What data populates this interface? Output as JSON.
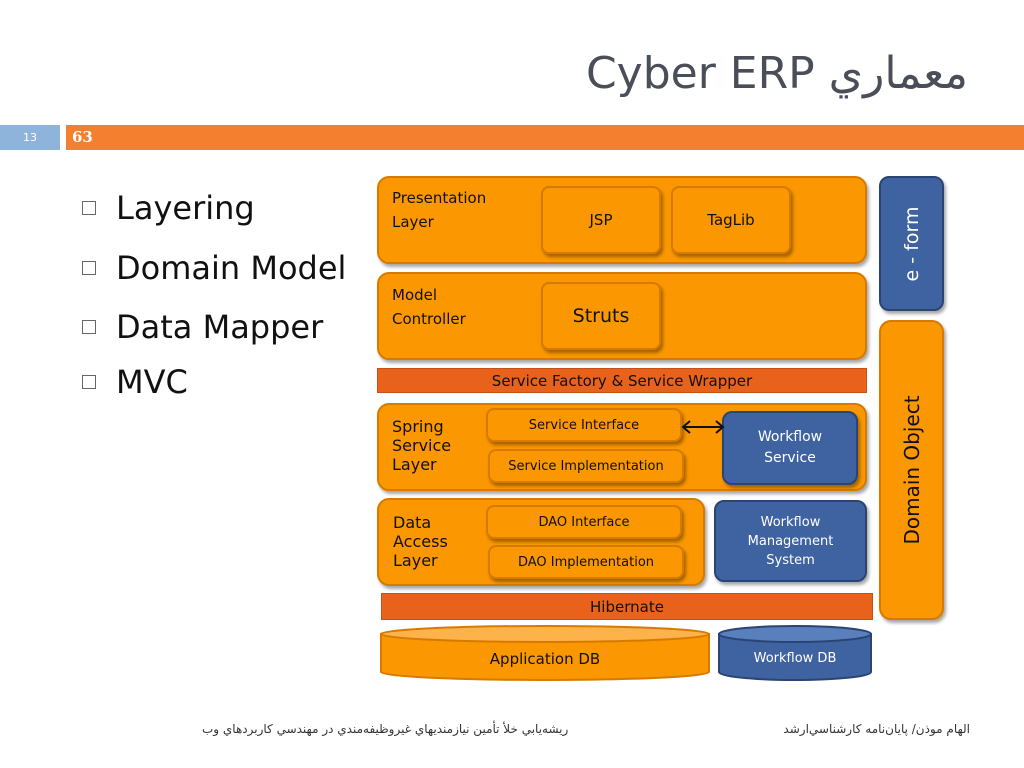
{
  "slide": {
    "title": "Cyber ERP معماري",
    "slide_number": "13",
    "page_number": "63"
  },
  "bullets": [
    "Layering",
    "Domain Model",
    "Data Mapper",
    "MVC"
  ],
  "diagram": {
    "presentation_layer": {
      "label": "Presentation\nLayer",
      "components": [
        "JSP",
        "TagLib"
      ]
    },
    "model_controller": {
      "label": "Model\nController",
      "component": "Struts"
    },
    "service_factory": "Service Factory & Service Wrapper",
    "spring_layer": {
      "label": "Spring\nService\nLayer",
      "components": [
        "Service Interface",
        "Service Implementation"
      ]
    },
    "workflow_service": "Workflow\nService",
    "data_access_layer": {
      "label": "Data\nAccess\nLayer",
      "components": [
        "DAO Interface",
        "DAO Implementation"
      ]
    },
    "workflow_management": "Workflow\nManagement\nSystem",
    "hibernate": "Hibernate",
    "application_db": "Application DB",
    "workflow_db": "Workflow DB",
    "eform": "e - form",
    "domain_object": "Domain Object"
  },
  "colors": {
    "orange": "#fb9700",
    "dark_orange": "#e8621c",
    "blue": "#3f63a0",
    "band_blue": "#8fb4dc",
    "band_orange": "#f47f2f"
  },
  "footer": {
    "left": "ريشه‌يابي خلأ تأمين نيازمنديهاي غيروظيفه‌مندي در مهندسي كاربردهاي وب",
    "right": "الهام موذن/ پايان‌نامه كارشناسي‌ارشد"
  }
}
